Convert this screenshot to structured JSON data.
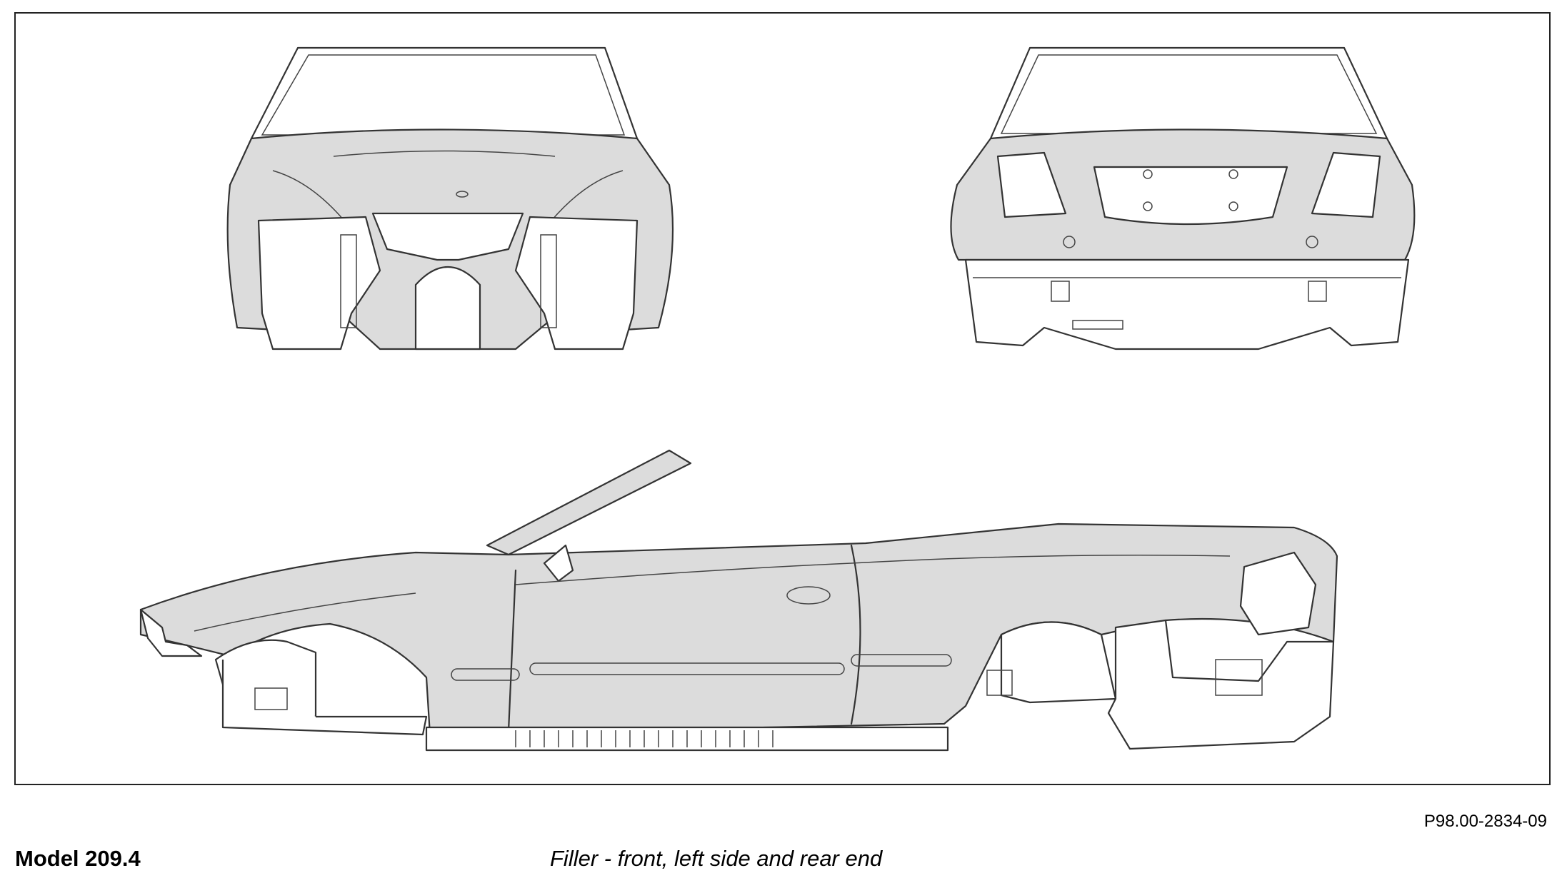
{
  "figure": {
    "reference_code": "P98.00-2834-09",
    "model": "Model 209.4",
    "caption": "Filler - front, left side and rear end"
  },
  "views": [
    {
      "name": "front-view",
      "shaded": true
    },
    {
      "name": "rear-view",
      "shaded": true
    },
    {
      "name": "left-side-view",
      "shaded": true
    }
  ],
  "colors": {
    "filler_shade": "#dcdcdc",
    "line": "#333333",
    "background": "#ffffff"
  }
}
